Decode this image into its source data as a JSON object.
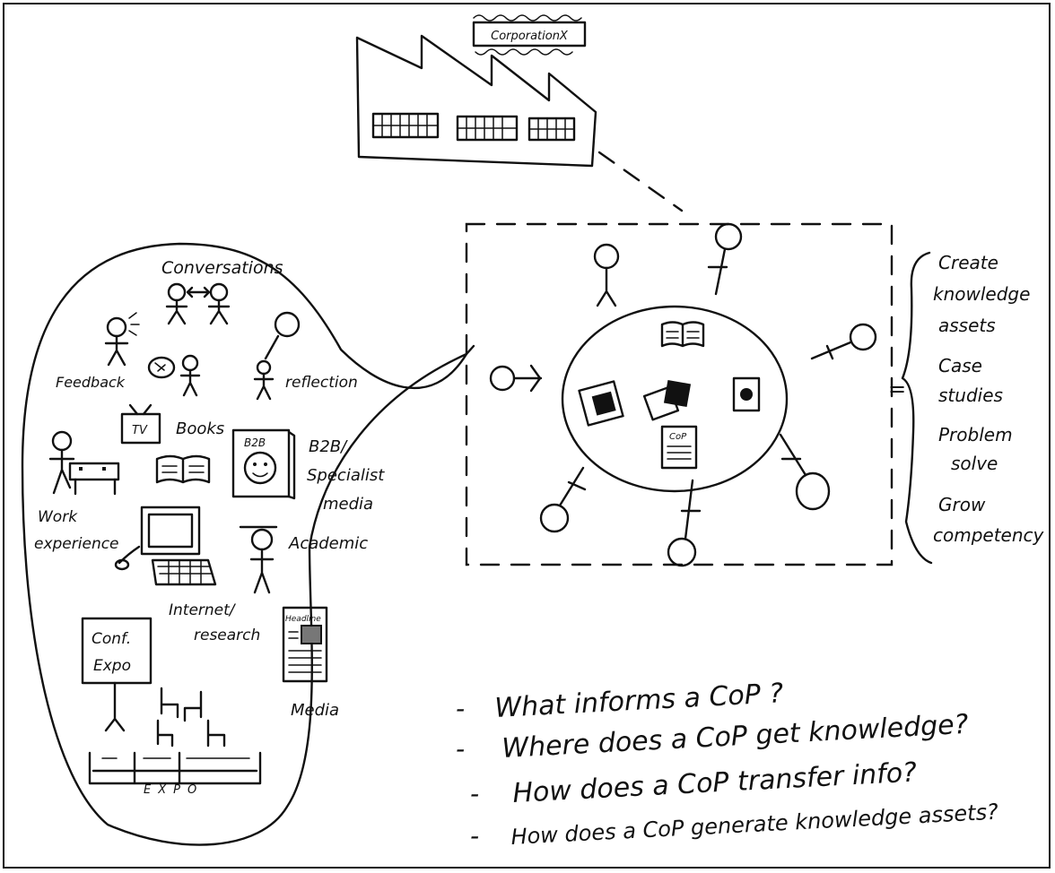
{
  "factory": {
    "sign": "CorporationX"
  },
  "bubble_labels": {
    "conversations": "Conversations",
    "feedback": "Feedback",
    "reflection": "reflection",
    "books": "Books",
    "tv": "TV",
    "b2b_tag": "B2B",
    "b2b_line1": "B2B/",
    "b2b_line2": "Specialist",
    "b2b_line3": "media",
    "work_line1": "Work",
    "work_line2": "experience",
    "academic": "Academic",
    "internet_line1": "Internet/",
    "internet_line2": "research",
    "conf_line1": "Conf.",
    "conf_line2": "Expo",
    "headline": "Headline",
    "media": "Media",
    "expo": "EXPO",
    "cop_tag": "CoP"
  },
  "outcomes": {
    "equals": "=",
    "lines": [
      "Create",
      "knowledge",
      "assets",
      "Case",
      "studies",
      "Problem",
      "solve",
      "Grow",
      "competency"
    ]
  },
  "questions": [
    "What informs a CoP ?",
    "Where does a CoP get knowledge?",
    "How does a CoP transfer info?",
    "How does a CoP generate knowledge assets?"
  ]
}
